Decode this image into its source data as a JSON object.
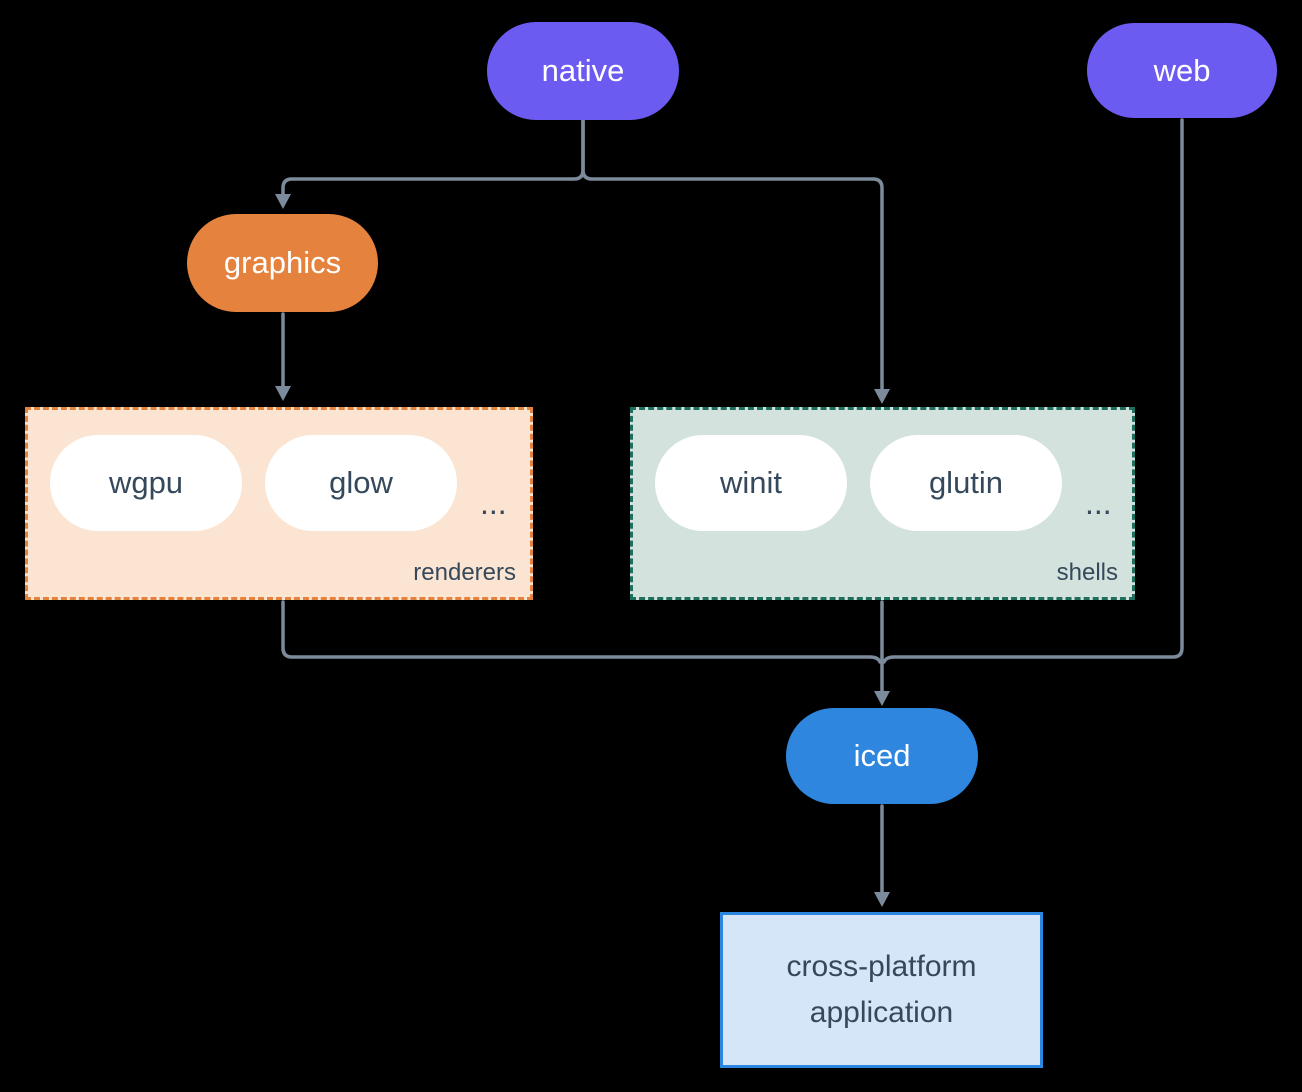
{
  "nodes": {
    "native": {
      "label": "native"
    },
    "web": {
      "label": "web"
    },
    "graphics": {
      "label": "graphics"
    },
    "iced": {
      "label": "iced"
    },
    "app": {
      "label": "cross-platform application"
    }
  },
  "groups": {
    "renderers": {
      "label": "renderers",
      "items": [
        {
          "label": "wgpu"
        },
        {
          "label": "glow"
        }
      ],
      "more": "..."
    },
    "shells": {
      "label": "shells",
      "items": [
        {
          "label": "winit"
        },
        {
          "label": "glutin"
        }
      ],
      "more": "..."
    }
  },
  "colors": {
    "purple": "#6b5bf0",
    "orange": "#e5823d",
    "blue": "#2e86de",
    "line": "#7c8b9b",
    "slate": "#36495c",
    "peach-bg": "#fbe5d2",
    "peach-border": "#e5823d",
    "sage-bg": "#d3e2dc",
    "sage-border": "#1f6f5f",
    "app-bg": "#d4e6f7",
    "app-border": "#2b86e0",
    "canvas-bg": "#000000"
  }
}
